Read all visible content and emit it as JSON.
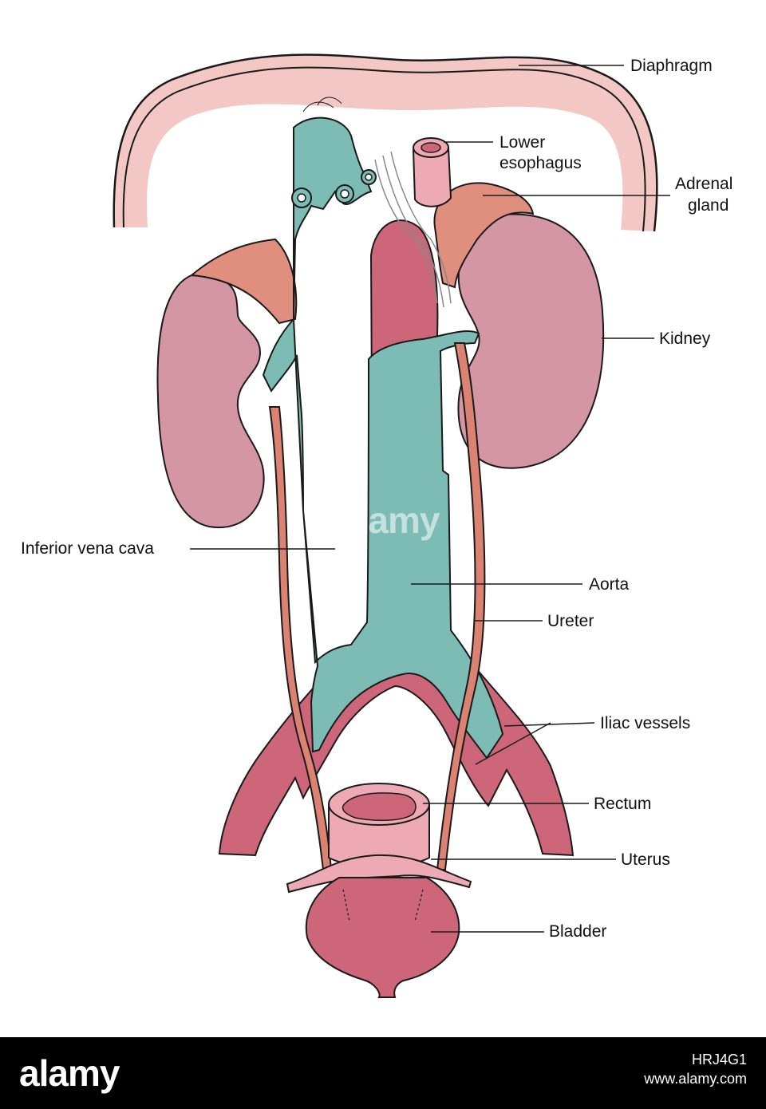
{
  "labels": {
    "diaphragm": "Diaphragm",
    "lower_esophagus_1": "Lower",
    "lower_esophagus_2": "esophagus",
    "adrenal_1": "Adrenal",
    "adrenal_2": "gland",
    "kidney": "Kidney",
    "ivc": "Inferior vena cava",
    "aorta": "Aorta",
    "ureter": "Ureter",
    "iliac": "Iliac vessels",
    "rectum": "Rectum",
    "uterus": "Uterus",
    "bladder": "Bladder"
  },
  "watermark": "alamy",
  "footer": {
    "logo": "alamy",
    "image_id": "HRJ4G1",
    "site": "www.alamy.com"
  },
  "colors": {
    "vein": "#7cbcb4",
    "artery": "#cc6678",
    "kidney": "#d495a5",
    "adrenal": "#e08e7e",
    "ureter": "#dc8272",
    "diaphragm": "#f3c8c4",
    "uterus": "#eeaab4",
    "outline": "#1a1a1a"
  }
}
